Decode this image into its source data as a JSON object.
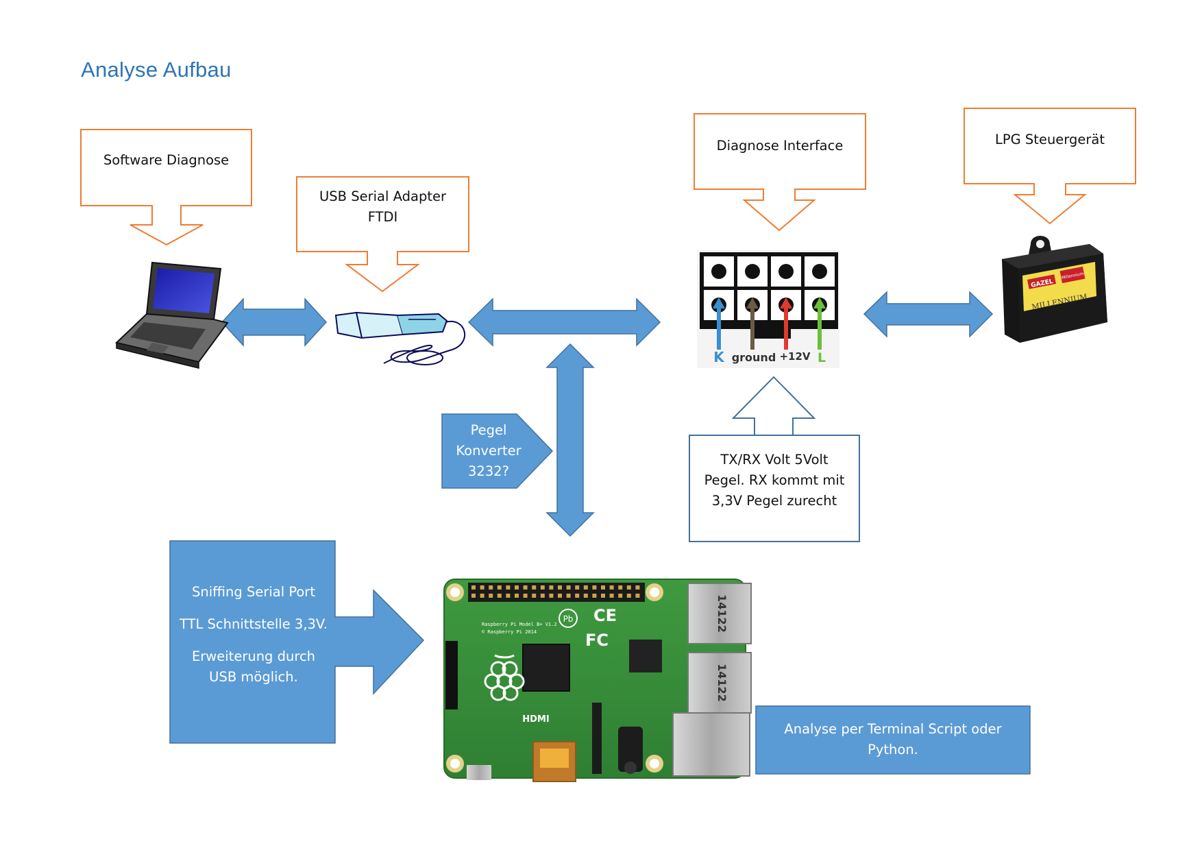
{
  "title": "Analyse Aufbau",
  "colors": {
    "orange": "#ed7d31",
    "blue": "#5b9bd5",
    "blue_border": "#41719c",
    "title_blue": "#2e74b5"
  },
  "callouts": {
    "software_diagnose": [
      "Software Diagnose"
    ],
    "usb_adapter": [
      "USB Serial Adapter",
      "FTDI"
    ],
    "diagnose_interface": [
      "Diagnose Interface"
    ],
    "lpg_steuergeraet": [
      "LPG Steuergerät"
    ],
    "txrx": [
      "TX/RX Volt 5Volt",
      "Pegel. RX kommt mit",
      "3,3V Pegel zurecht"
    ],
    "pegel_konverter": [
      "Pegel",
      "Konverter",
      "3232?"
    ],
    "sniffing": [
      "Sniffing Serial Port",
      "TTL Schnittstelle 3,3V.",
      "Erweiterung durch",
      "USB möglich."
    ],
    "analyse": [
      "Analyse per Terminal Script oder",
      "Python."
    ]
  },
  "connector": {
    "pin_labels": [
      "K",
      "ground",
      "+12V",
      "L"
    ],
    "pin_colors": [
      "#3a8fd1",
      "#6b5a45",
      "#e03a2f",
      "#6cbf3b"
    ]
  },
  "ecu": {
    "brand": "GAZEL",
    "badge": "Millennium",
    "model": "MILLENNIUM"
  },
  "raspberry_pi": {
    "board_text": "Raspberry Pi Model B+ V1.2",
    "copyright": "© Raspberry Pi 2014",
    "hdmi": "HDMI",
    "usb_code": "14122"
  }
}
